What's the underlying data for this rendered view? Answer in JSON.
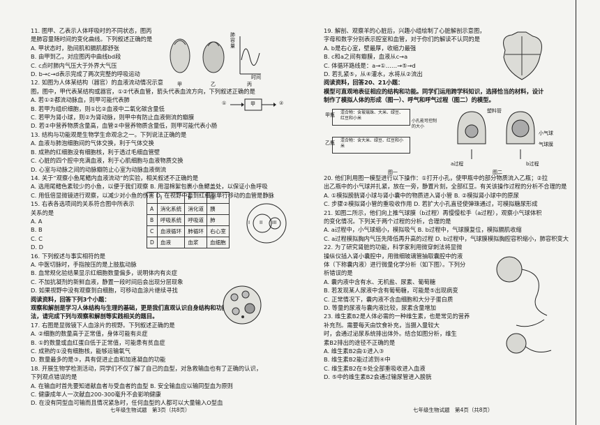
{
  "left": {
    "lines": [
      "11. 图甲、乙表示人体呼吸时的不同状态，图丙",
      "是肺容量随时间的变化曲线。下列叙述正确的是",
      "A. 甲状态时，肋间肌和膈肌都舒张",
      "B. 由甲到乙，对应图丙中曲线bd段",
      "C. c点时肺内气压大于外界大气压",
      "D. b→c→d表示完成了两次完整的呼吸运动",
      "12. 如图为人体某结构（器官）的血液流动情况示意",
      "图，图中，甲代表某结构或器官，①②代表血管，箭头代表血流方向，下列叙述正确的是",
      "A. 若①②都流动脉血，则甲可能代表肺",
      "B. 若甲为组织细胞，则①比②血液中二氧化碳含量低",
      "C. 若甲为肾小球，则②为肾动脉，则甲中有防止血液倒流的瓣膜",
      "D. 若②中营养物质含量高，血管②中营养物质含量低，则甲可能代表小肠",
      "13. 结构与功能观是生物学生命观念之一。下列说法正确的是",
      "A. 血液与肺泡细胞间的气体交换，利于气体交换",
      "B. 成熟的红细胞没有细胞核，利于透过毛细血管壁",
      "C. 心脏的四个腔中充满血液，利于心肌细胞与血液物质交换",
      "D. 心室与动脉之间的动脉瓣防止心室为动脉血液倒流",
      "14. 关于“观察小鱼尾鳍内血液流动”的实验，相关叙述不正确的是",
      "A. 选用尾鳍色素较少的小鱼，以便于我们观察 B. 用湿棉絮包裹小鱼鳃盖处，以保证小鱼呼吸",
      "C. 用低倍显微镜进行观察，以减少对小鱼的伤害 D. 在视野中看到红细胞单行移动的血管是静脉",
      "15. 右表各选项间的关系符合图中所表示",
      "关系的是",
      "A. A",
      "B. B",
      "C. C",
      "D. D",
      "16. 下列叙述与事实相符的是",
      "A. 中医切脉时，手指按压的是上肢肱动脉",
      "B. 血常规化验结果显示红细胞数量偏多，说明体内有炎症",
      "C. 不加抗凝剂的新鲜血液，静置一段时间后会出现分层现象",
      "D. 如果视野中没有观察到白细胞，可移动血涂片继续寻找",
      "阅读资料，回答下列3个小题：",
      "观察和解剖是学习人体结构与生理的基础，更是我们直观认识自身结构和功能的重要方",
      "法，请完成下列与观察和解剖等实践相关的题目。",
      "17. 右图是显微镜下人血涂片的视野。下列叙述正确的是",
      "A. ②细胞的数量高于正常值，身体可能有炎症",
      "B. ①的数量或血红蛋白低于正常值，可能患有贫血症",
      "C. 成熟的①没有细胞核，能够运输氧气",
      "D. 数量最多的是③，具有促进止血和加速凝血的功能",
      "18. 开展生物学检测活动，同学们不仅了解了自己的血型，对急救输血也有了正确的认识，",
      "下列观点错误的是",
      "A. 在输血时首先要知道献血者与受血者的血型 B. 安全输血应以输同型血为原则",
      "C. 健康成年人一次献血200-300毫升不会影响健康",
      "D. 在没有同型血可输而且情况紧急时，任何血型的人都可以大量输入O型血"
    ],
    "bold_index": [
      31,
      32,
      33
    ],
    "footer": "七年级生物试题　第3页（共8页）"
  },
  "right": {
    "lines": [
      "19. 解剖、观察羊的心脏后，兴趣小组绘制了心脏解剖示意图，",
      "字母和数字分别表示腔室和血管，对于你们的解读不认同的是",
      "A. b是右心室，壁最厚，收缩力最强",
      "B. c和a之间有瓣膜，血液从c→a",
      "C. 体循环路线是：a→①……→⑤→d",
      "D. 若扎紧⑤，从④灌水，水将从②流出",
      "阅读资料，回答20、21小题：",
      "模型可直观地表征相应的结构和功能。同学们运用跨学科知识，选择恰当的材料，设计",
      "制作了模拟人体的形成（图一）、呼气和呼气过程（图二）的模型。",
      "",
      "",
      "",
      "",
      "",
      "",
      "",
      "",
      "20. 他们利用图一模型进行以下操作：①打开小孔，使甲瓶中的部分物质流入乙瓶；②拉",
      "出乙瓶中的小气球并扎紧，放在一旁，静置片刻，全部红豆。有关该操作过程的分析不合理的是",
      "A. ①模拟膀胱肾小球与肾小囊中的物质进入肾小管                B. ②模拟肾小球中的原尿",
      "C. 步骤②模拟肾小管的重吸收作用              D. 若扩大小孔直径使弹珠通过，可模拟糖尿形成",
      "21. 如图二所示，他们向上推气球膜（b过程）再慢慢松手（a过程），观察小气球体积",
      "的变化情况。下列关于两个过程的分析，合理的是",
      "A. a过程中，小气球缩小，模拟吸气              B. b过程中，气球膜复位，模拟膈肌收缩",
      "C. a过程模拟胸内气压先降低再升高的过程        D. b过程中，气球膜模拟胸腔容积缩小，肺容积变大",
      "22. 为了研究肾脏的功能，科学家利用微穿刺法将显微",
      "操纵仪插入肾小囊腔中，用微细玻璃管抽取囊腔中的液",
      "体（下称囊内液）进行微量化学分析（如下图）。下列分",
      "析错误的是",
      "A. 囊内液中含有水、无机盐、尿素、葡萄糖",
      "B. 若发现某人尿液中含有葡萄糖，可能是⑤出现病变",
      "C. 正常情况下，囊内液不含血细胞和大分子蛋白质",
      "D. 等量的尿液与囊内液比较，尿素含量增加",
      "23. 维生素B2是人体必需的一种维生素，也是常见的营养",
      "补充剂。需要每天由饮食补充，当摄入量较大",
      "时，会通过泌尿系统排出体外。结合如图分析，维生",
      "素B2排出的途径不正确的是",
      "A. 维生素B2由①进入③",
      "B. 维生素B2能过滤到④中",
      "C. 维生素B2在⑤处全部重吸收进入血液",
      "D. ⑤中的维生素B2会通过输尿管进入膀胱"
    ],
    "bold_index": [
      6,
      7,
      8
    ],
    "footer": "七年级生物试题　第4页（共8页）"
  },
  "fig11": {
    "labels": [
      "甲",
      "乙",
      "丙"
    ],
    "ylabel": "肺容量",
    "xlabel": "时间",
    "points": [
      "a",
      "b",
      "c",
      "d"
    ]
  },
  "fig12": {
    "labels": [
      "①",
      "甲",
      "②"
    ]
  },
  "table15": {
    "header": [
      "",
      "I",
      "II",
      "III"
    ],
    "rows": [
      [
        "A",
        "消化系统",
        "消化道",
        "胰"
      ],
      [
        "B",
        "呼吸系统",
        "呼吸道",
        "肺"
      ],
      [
        "C",
        "血液循环",
        "肺循环",
        "右心室"
      ],
      [
        "D",
        "血液",
        "血浆",
        "血细胞"
      ]
    ],
    "venn": [
      "I",
      "II",
      "III"
    ]
  },
  "fig_model": {
    "jia": "甲瓶",
    "yi": "乙瓶",
    "jia_mix": "混合物：含玻璃珠、大米、绿豆、红豆和小米",
    "yi_mix": "混合物：含大米、绿豆、红豆和小米",
    "hole": "小孔能可控制的大小",
    "tube": "塑料管",
    "balloon": "小气球",
    "membrane": "气球膜",
    "a": "a过程",
    "b": "b过程",
    "cap1": "图一",
    "cap2": "图二"
  }
}
